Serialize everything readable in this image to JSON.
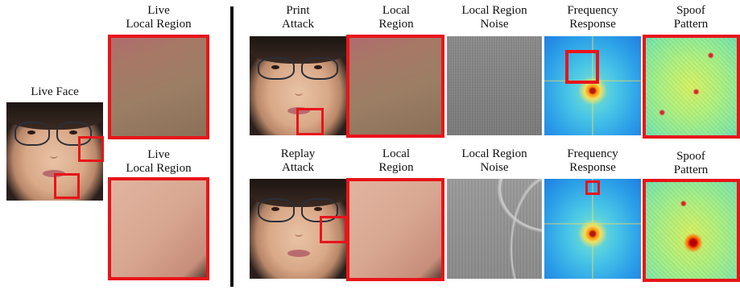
{
  "left_panel": {
    "live_face_label": "Live Face",
    "top_local_label": [
      "Live",
      "Local Region"
    ],
    "bottom_local_label": [
      "Live",
      "Local Region"
    ]
  },
  "right_panel": {
    "top_row": {
      "attack_label": [
        "Print",
        "Attack"
      ],
      "local_region_label": [
        "Local",
        "Region"
      ],
      "noise_label": [
        "Local Region",
        "Noise"
      ],
      "frequency_label": [
        "Frequency",
        "Response"
      ],
      "spoof_label": [
        "Spoof",
        "Pattern"
      ]
    },
    "bottom_row": {
      "attack_label": [
        "Replay",
        "Attack"
      ],
      "local_region_label": [
        "Local",
        "Region"
      ],
      "noise_label": [
        "Local Region",
        "Noise"
      ],
      "frequency_label": [
        "Frequency",
        "Response"
      ],
      "spoof_label": [
        "Spoof",
        "Pattern"
      ]
    }
  },
  "colors": {
    "highlight_box": "#e8141a",
    "divider": "#111111"
  }
}
